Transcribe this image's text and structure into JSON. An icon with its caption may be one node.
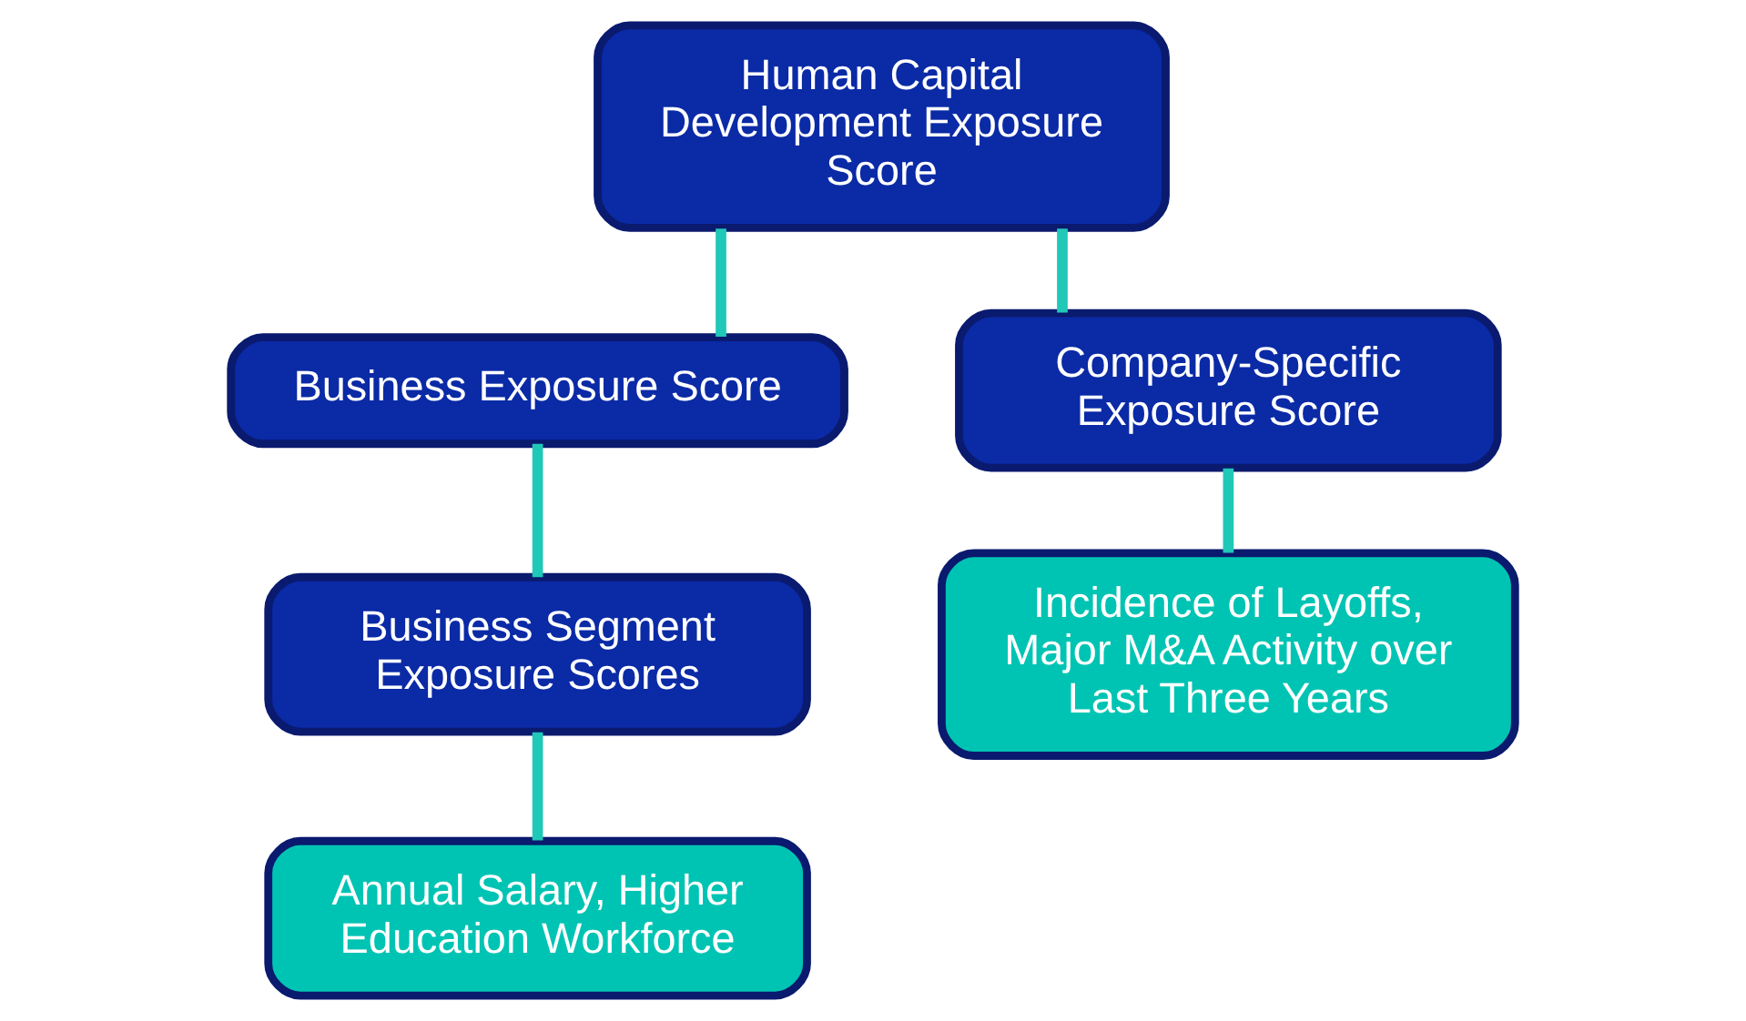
{
  "diagram": {
    "nodes": [
      {
        "text": [
          "Human Capital Development Exposure Score"
        ]
      },
      {
        "text": [
          "Business Exposure Score"
        ]
      },
      {
        "text": [
          "Company-Specific Exposure Score"
        ]
      },
      {
        "text": [
          "Business Segment Exposure Scores"
        ]
      },
      {
        "text": [
          "Incidence of Layoffs, Major M&A Activity over Last Three Years"
        ]
      },
      {
        "text": [
          "Annual Salary, Higher Education Workforce"
        ]
      }
    ],
    "edges": [
      {
        "from": 0,
        "to": 1,
        "arrow": "none"
      },
      {
        "from": 0,
        "to": 2,
        "arrow": "none"
      },
      {
        "from": 1,
        "to": 3,
        "arrow": "none"
      },
      {
        "from": 2,
        "to": 4,
        "arrow": "none"
      },
      {
        "from": 3,
        "to": 5,
        "arrow": "none"
      }
    ]
  }
}
